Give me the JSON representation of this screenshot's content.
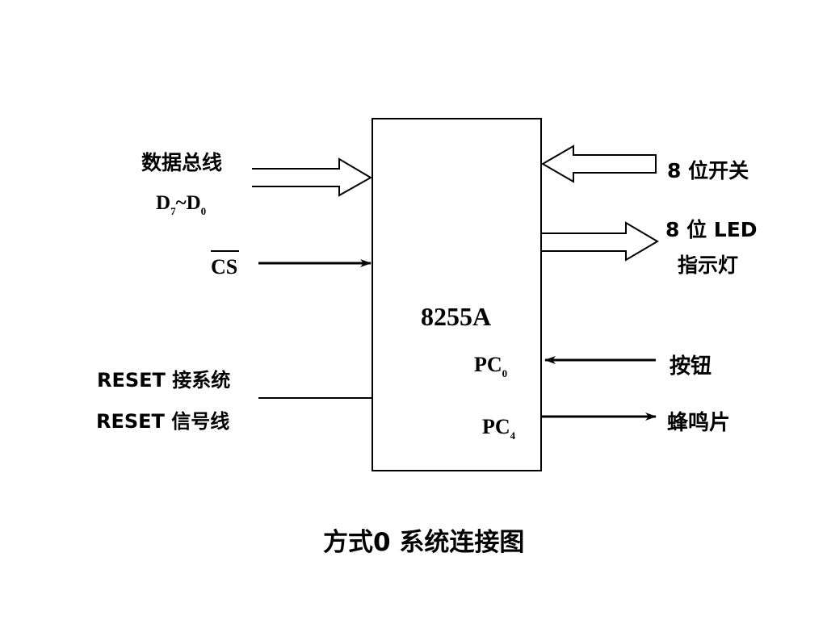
{
  "chip": {
    "name": "8255A",
    "pc0": "PC",
    "pc0_sub": "0",
    "pc4": "PC",
    "pc4_sub": "4"
  },
  "left": {
    "bus_label": "数据总线",
    "bus_d": "D",
    "bus_sub1": "7",
    "bus_tilde": "~D",
    "bus_sub2": "0",
    "cs_label": "CS",
    "reset_line1": "RESET 接系统",
    "reset_line2": "RESET 信号线"
  },
  "right": {
    "switch_label": "8 位开关",
    "led_line1": "8 位 LED",
    "led_line2": "指示灯",
    "button_label": "按钮",
    "buzzer_label": "蜂鸣片"
  },
  "caption": "方式0 系统连接图",
  "colors": {
    "line": "#000000",
    "background": "#ffffff"
  }
}
